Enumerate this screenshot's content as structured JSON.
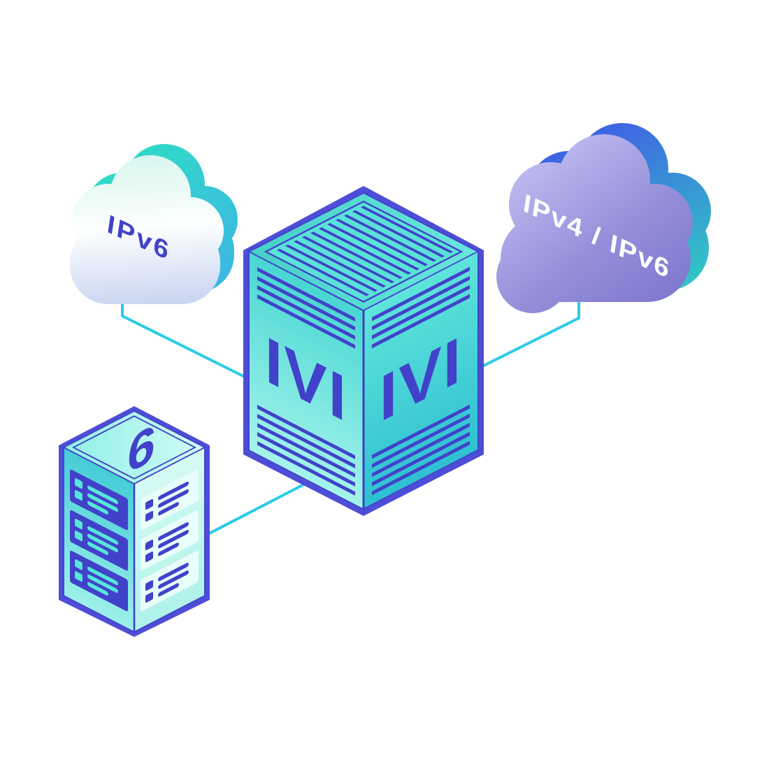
{
  "diagram": {
    "background": "#ffffff",
    "nodes": {
      "ipv6_cloud": {
        "label": "IPv6"
      },
      "ipv4_ipv6_cloud": {
        "label": "IPv4 / IPv6"
      },
      "ivi_box": {
        "left_label": "IVI",
        "right_label": "IVI"
      },
      "server": {
        "top_label": "6"
      }
    },
    "connections": [
      {
        "from": "ipv6_cloud",
        "to": "ivi_box"
      },
      {
        "from": "ipv4_ipv6_cloud",
        "to": "ivi_box"
      },
      {
        "from": "server",
        "to": "ivi_box"
      }
    ],
    "colors": {
      "connection": "#2bcbe9",
      "ink": "#4142c9",
      "rim": "#4d4dd8",
      "cube_teal": "#4cd6ce",
      "cloud_left_teal": "#2edcc6",
      "cloud_right_purple": "#8a84d4",
      "cloud_right_blue": "#3f66e2",
      "label_light": "#ffffff"
    }
  }
}
